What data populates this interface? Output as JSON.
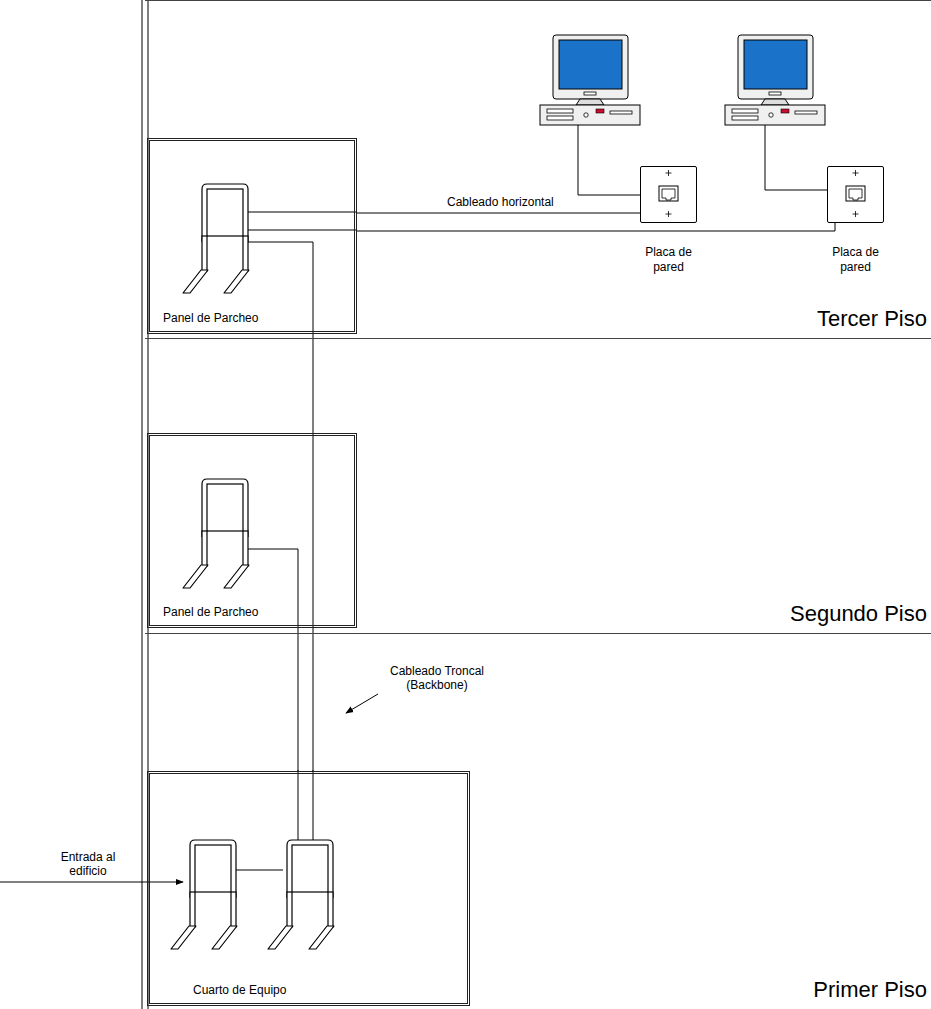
{
  "diagram": {
    "nodes": [
      {
        "text": [
          "Tercer Piso"
        ]
      },
      {
        "text": [
          "Panel de Parcheo"
        ],
        "in": 0
      },
      {
        "text": [
          "Placa de pared"
        ],
        "in": 0
      },
      {
        "text": [
          "Placa de pared"
        ],
        "in": 0
      },
      {
        "text": [
          "Segundo Piso"
        ]
      },
      {
        "text": [
          "Panel de Parcheo"
        ],
        "in": 4
      },
      {
        "text": [
          "Primer Piso"
        ]
      },
      {
        "text": [
          "Cuarto de Equipo"
        ],
        "in": 6
      }
    ],
    "edges": [
      {
        "from": 1,
        "to": 2,
        "arrow": "none",
        "label": "Cableado horizontal"
      },
      {
        "from": 1,
        "to": 3,
        "arrow": "none"
      },
      {
        "from": 7,
        "to": 1,
        "arrow": "none"
      },
      {
        "from": 7,
        "to": 5,
        "arrow": "none"
      }
    ],
    "labels": [
      "Cableado Troncal (Backbone)",
      "Entrada al edificio"
    ]
  }
}
